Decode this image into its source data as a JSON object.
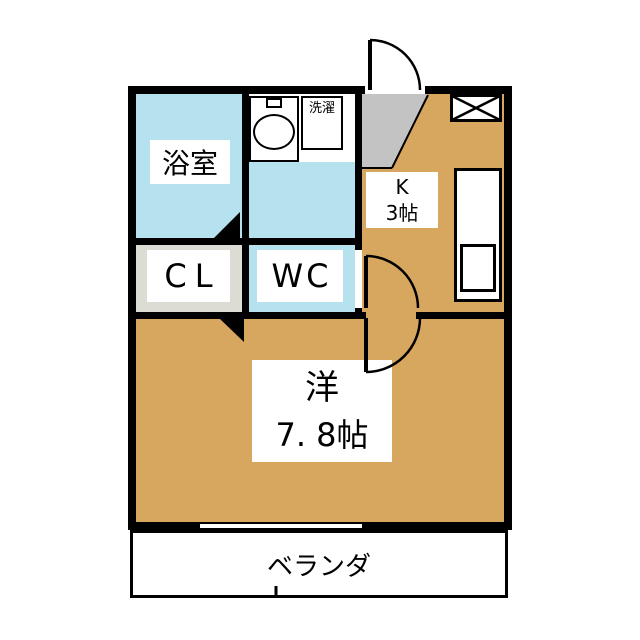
{
  "rooms": {
    "bath": {
      "name": "浴室"
    },
    "laundry": {
      "name": "洗濯"
    },
    "kitchen": {
      "line1": "K",
      "line2": "3帖"
    },
    "closet": {
      "name": "CL"
    },
    "toilet": {
      "name": "WC"
    },
    "living": {
      "line1": "洋",
      "line2": "7. 8帖"
    },
    "veranda": {
      "name": "ベランダ"
    }
  },
  "colors": {
    "wall": "#000000",
    "tan": "#d7a65f",
    "blue": "#b5e2ee",
    "entry_gray": "#c3c3c3",
    "closet_gray": "#dcdcd4",
    "background": "#ffffff"
  }
}
